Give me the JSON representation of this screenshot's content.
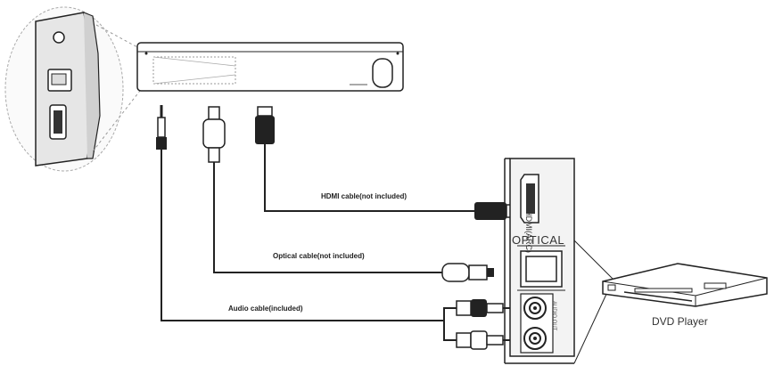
{
  "labels": {
    "hdmi_cable": "HDMI cable(not included)",
    "optical_cable": "Optical cable(not included)",
    "audio_cable": "Audio cable(included)",
    "optical_port": "OPTICAL",
    "hdmi_port": "HDMI(ARC)",
    "audio_port": "AUDIO OUT",
    "dvd_player": "DVD Player"
  },
  "colors": {
    "line": "#222222",
    "light_line": "#999999",
    "panel_fill": "#f3f3f3"
  }
}
